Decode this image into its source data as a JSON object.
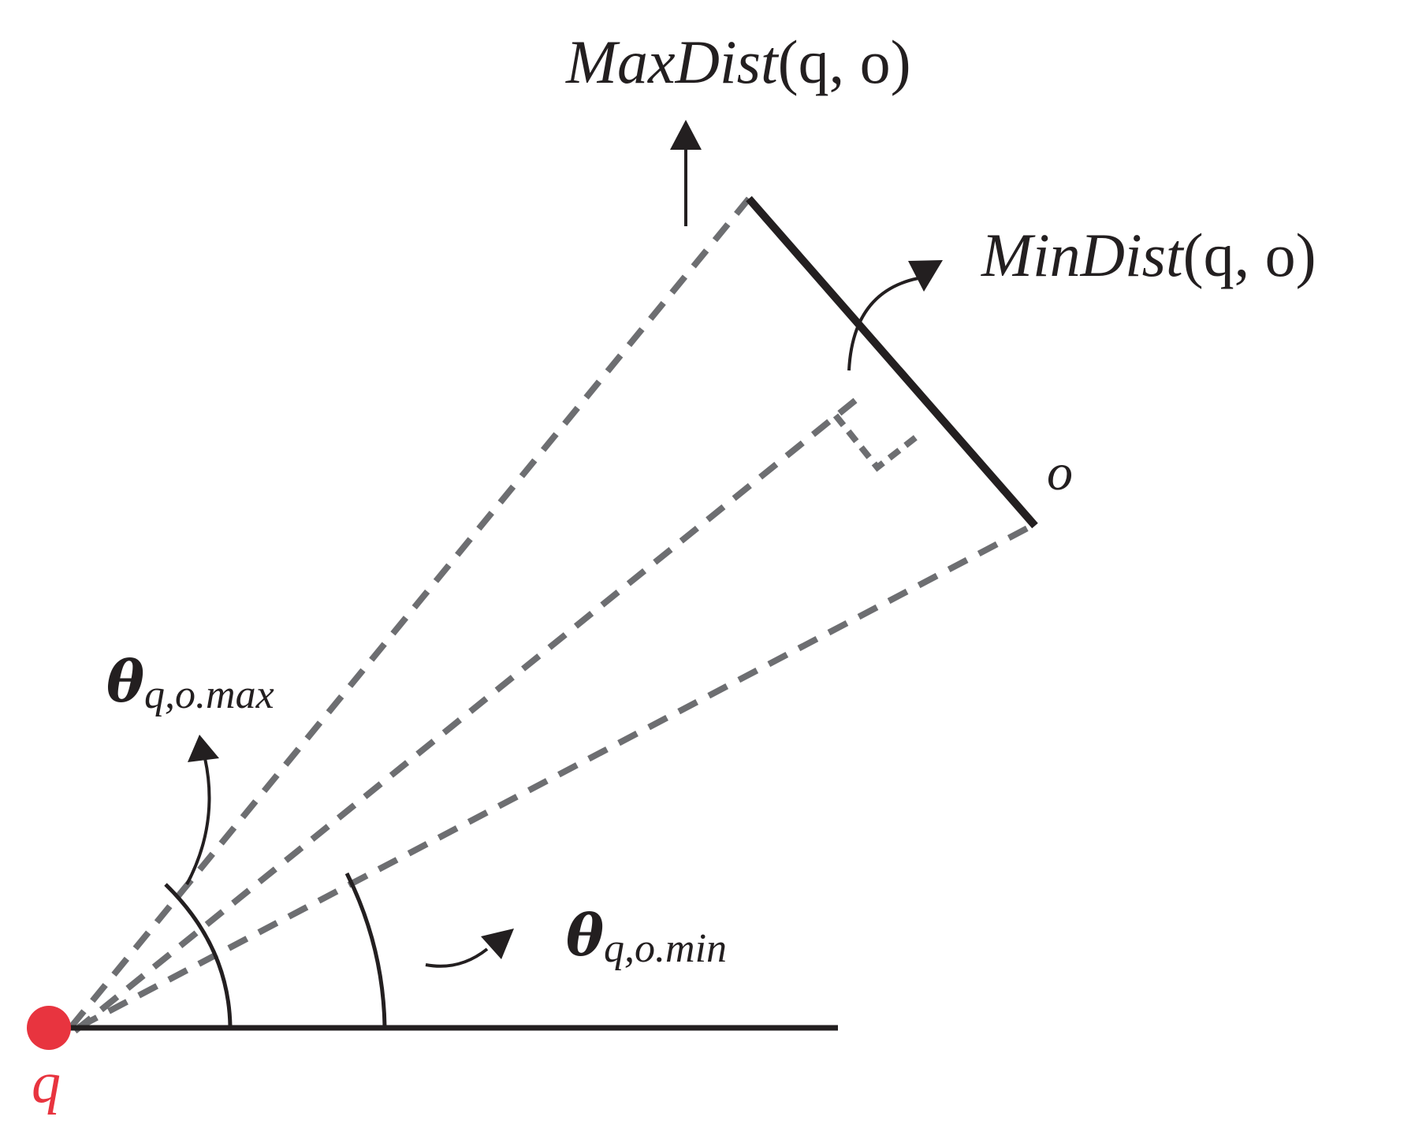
{
  "labels": {
    "max_dist_func": "MaxDist",
    "max_dist_args": "(q, o)",
    "min_dist_func": "MinDist",
    "min_dist_args": "(q, o)",
    "object": "o",
    "query_point": "q",
    "theta_symbol": "θ",
    "theta_max_subscript": "q,o.max",
    "theta_min_subscript": "q,o.min"
  },
  "colors": {
    "query_point": "#e8343f",
    "lines": "#231f20",
    "dashed_rays": "#6d6e71",
    "background": "#ffffff"
  }
}
